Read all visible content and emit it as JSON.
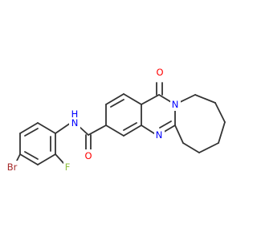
{
  "molecule": {
    "colors": {
      "bond": "#333333",
      "N": "#0000ff",
      "O": "#ff0000",
      "Br": "#a52a2a",
      "F": "#90c040",
      "H": "#0000ff"
    },
    "labels": {
      "oxo": "O",
      "ring_n_top": "N",
      "ring_n_bottom": "N",
      "amide_nh": "N",
      "amide_h": "H",
      "amide_o": "O",
      "bromo": "Br",
      "fluoro": "F"
    }
  }
}
